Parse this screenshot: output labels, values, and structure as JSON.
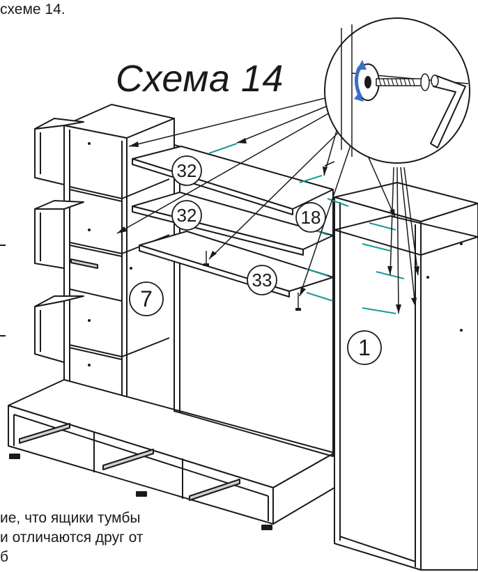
{
  "header_text": "схеме 14.",
  "title": "Схема 14",
  "callouts": {
    "shelf_a": "32",
    "shelf_b": "32",
    "shelf_c": "33",
    "shelf_d": "18",
    "part_7": "7",
    "part_1": "1"
  },
  "note": {
    "line1": "ие, что ящики тумбы",
    "line2": "и отличаются друг от",
    "line3": "б"
  },
  "colors": {
    "line": "#1a1a1a",
    "connector": "#1a9a9a",
    "rotate_arrow": "#3a6fc4"
  },
  "icons": [
    "screw-icon",
    "hex-key-icon",
    "rotate-arrow-icon",
    "connector-pin-icon",
    "drawer-runner-icon"
  ]
}
